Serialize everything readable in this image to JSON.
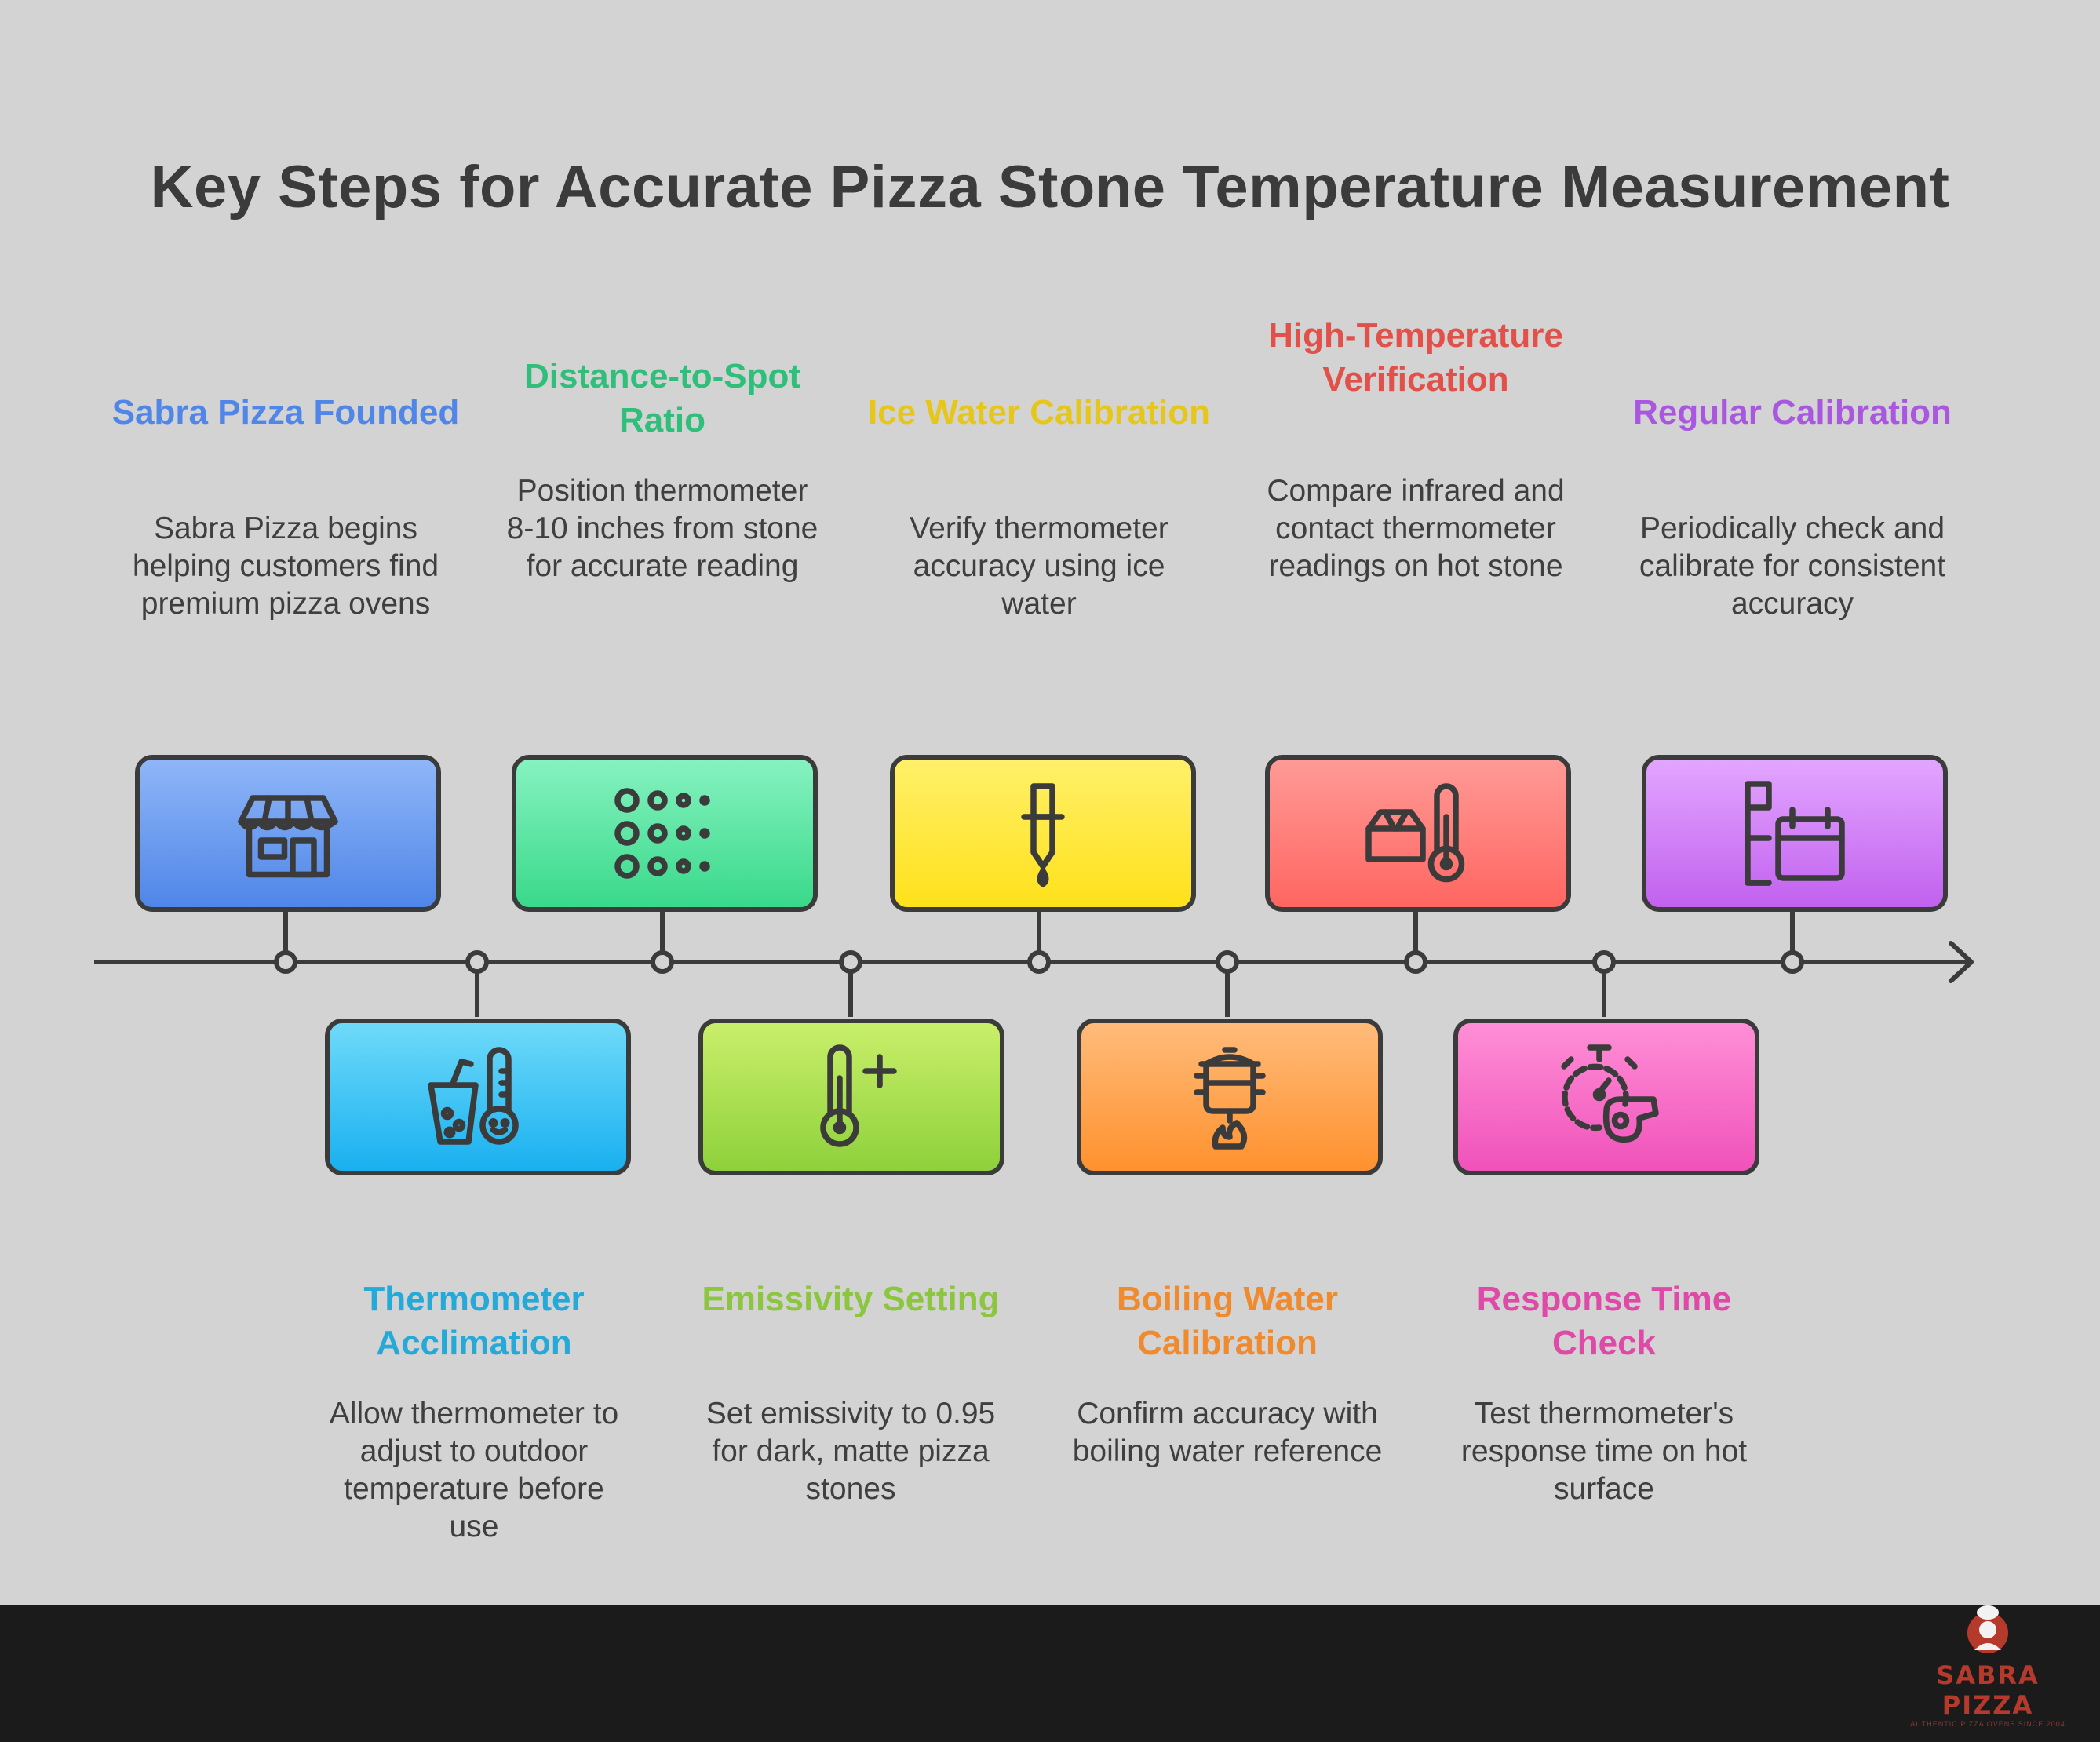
{
  "title": "Key Steps for Accurate Pizza Stone Temperature Measurement",
  "steps": [
    {
      "title": "Sabra Pizza Founded",
      "desc": "Sabra Pizza begins helping customers find premium pizza ovens",
      "color": "#4f86e8",
      "icon": "storefront-icon"
    },
    {
      "title": "Thermometer Acclimation",
      "desc": "Allow thermometer to adjust to outdoor temperature before use",
      "color": "#24a9d8",
      "icon": "cold-drink-thermometer-icon"
    },
    {
      "title": "Distance-to-Spot Ratio",
      "desc": "Position thermometer 8-10 inches from stone for accurate reading",
      "color": "#2fbf7a",
      "icon": "dot-grid-icon"
    },
    {
      "title": "Emissivity Setting",
      "desc": "Set emissivity to 0.95 for dark, matte pizza stones",
      "color": "#8cc63f",
      "icon": "thermometer-plus-icon"
    },
    {
      "title": "Ice Water Calibration",
      "desc": "Verify thermometer accuracy using ice water",
      "color": "#e6c619",
      "icon": "dropper-icon"
    },
    {
      "title": "Boiling Water Calibration",
      "desc": "Confirm accuracy with boiling water reference",
      "color": "#ef8a2e",
      "icon": "boiling-pot-icon"
    },
    {
      "title": "High-Temperature Verification",
      "desc": "Compare infrared and contact thermometer readings on hot stone",
      "color": "#e2504a",
      "icon": "box-thermometer-icon"
    },
    {
      "title": "Response Time Check",
      "desc": "Test thermometer's response time on hot surface",
      "color": "#df4aa8",
      "icon": "stopwatch-whistle-icon"
    },
    {
      "title": "Regular Calibration",
      "desc": "Periodically check and calibrate for consistent accuracy",
      "color": "#a957e0",
      "icon": "calendar-schedule-icon"
    }
  ],
  "footer": {
    "logo_text": "SABRA PIZZA",
    "logo_sub": "AUTHENTIC PIZZA OVENS SINCE 2004"
  }
}
